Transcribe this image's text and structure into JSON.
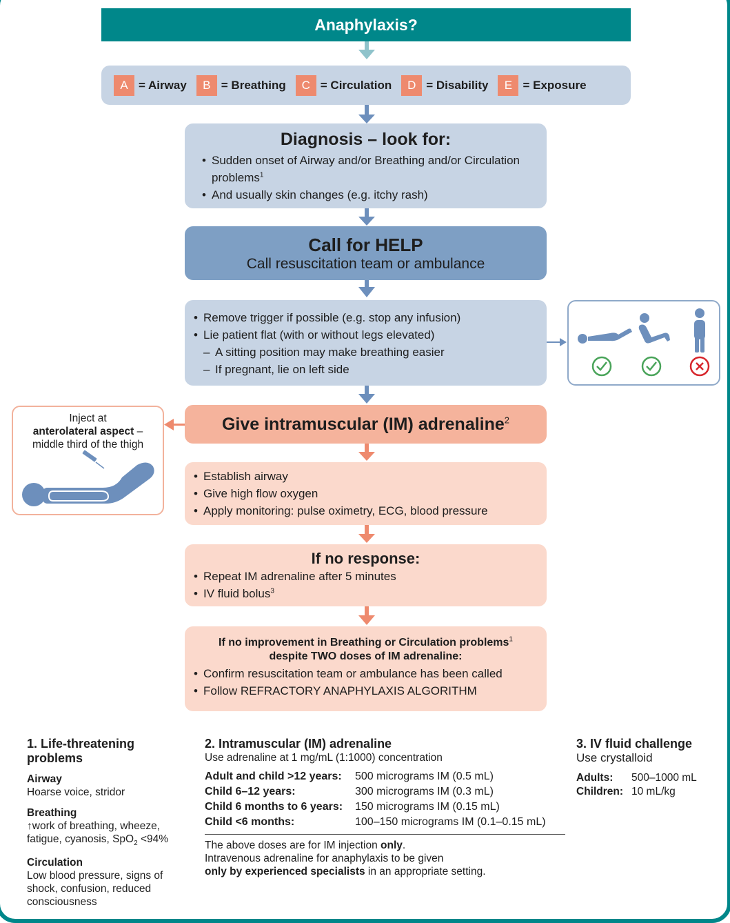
{
  "title": "Anaphylaxis?",
  "abcde": [
    {
      "letter": "A",
      "label": "= Airway"
    },
    {
      "letter": "B",
      "label": "= Breathing"
    },
    {
      "letter": "C",
      "label": "= Circulation"
    },
    {
      "letter": "D",
      "label": "= Disability"
    },
    {
      "letter": "E",
      "label": "= Exposure"
    }
  ],
  "diagnosis": {
    "heading": "Diagnosis – look for:",
    "bullet1": "Sudden onset of Airway and/or Breathing and/or Circulation problems",
    "bullet1_sup": "1",
    "bullet2": "And usually skin changes (e.g. itchy rash)"
  },
  "help": {
    "heading": "Call for HELP",
    "sub": "Call resuscitation team or ambulance"
  },
  "position": {
    "bullet1": "Remove trigger if possible (e.g. stop any infusion)",
    "bullet2": "Lie patient flat (with or without legs elevated)",
    "dash1": "A sitting position may make breathing easier",
    "dash2": "If pregnant, lie on left side"
  },
  "adrenaline": {
    "heading": "Give intramuscular (IM) adrenaline",
    "sup": "2"
  },
  "inject": {
    "line1": "Inject at",
    "bold": "anterolateral aspect",
    "line2_rest": " –",
    "line3": "middle third of the thigh"
  },
  "airway_steps": {
    "bullet1": "Establish airway",
    "bullet2": "Give high flow oxygen",
    "bullet3": "Apply monitoring: pulse oximetry, ECG, blood pressure"
  },
  "no_response": {
    "heading": "If no response:",
    "bullet1": "Repeat IM adrenaline after 5 minutes",
    "bullet2": "IV fluid bolus",
    "bullet2_sup": "3"
  },
  "no_improvement": {
    "heading1": "If no improvement in Breathing or Circulation problems",
    "heading1_sup": "1",
    "heading2": "despite TWO doses of IM adrenaline:",
    "bullet1": "Confirm resuscitation team or ambulance has been called",
    "bullet2": "Follow REFRACTORY ANAPHYLAXIS ALGORITHM"
  },
  "note1": {
    "heading": "1. Life-threatening problems",
    "airway_label": "Airway",
    "airway_text": "Hoarse voice, stridor",
    "breathing_label": "Breathing",
    "breathing_text1": "↑work of breathing, wheeze,",
    "breathing_text2a": "fatigue, cyanosis, SpO",
    "breathing_text2_sub": "2",
    "breathing_text2b": " <94%",
    "circulation_label": "Circulation",
    "circulation_text": "Low blood pressure, signs of shock, confusion, reduced consciousness"
  },
  "note2": {
    "heading": "2. Intramuscular (IM) adrenaline",
    "sub": "Use adrenaline at 1 mg/mL (1:1000) concentration",
    "doses": [
      {
        "group": "Adult and child >12 years:",
        "dose": "500 micrograms IM (0.5 mL)"
      },
      {
        "group": "Child 6–12 years:",
        "dose": "300 micrograms IM (0.3 mL)"
      },
      {
        "group": "Child 6 months to 6 years:",
        "dose": "150 micrograms IM (0.15 mL)"
      },
      {
        "group": "Child <6 months:",
        "dose": "100–150 micrograms IM (0.1–0.15 mL)"
      }
    ],
    "foot1a": "The above doses are for IM injection ",
    "foot1b": "only",
    "foot1c": ".",
    "foot2": "Intravenous adrenaline for anaphylaxis to be given",
    "foot3a": "only by experienced specialists",
    "foot3b": " in an appropriate setting."
  },
  "note3": {
    "heading": "3. IV fluid challenge",
    "sub": "Use crystalloid",
    "adults_label": "Adults:",
    "adults_value": "500–1000 mL",
    "children_label": "Children:",
    "children_value": "10 mL/kg"
  },
  "colors": {
    "teal": "#00878a",
    "blue_light": "#c7d4e4",
    "blue_dark": "#7e9fc4",
    "peach": "#fbd9cc",
    "salmon": "#f5b39c",
    "orange": "#ee8a6e",
    "green": "#4aa45a",
    "red": "#d7262c"
  }
}
